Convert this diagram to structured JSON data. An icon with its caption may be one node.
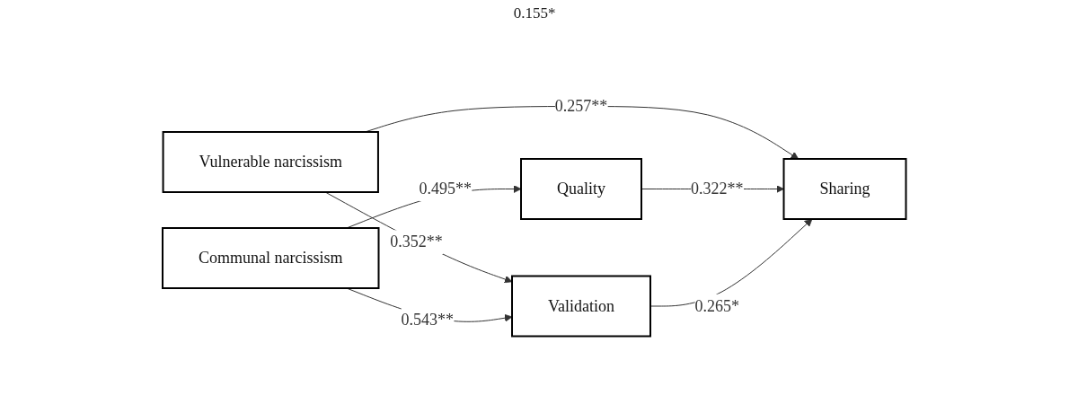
{
  "diagram": {
    "nodes": [
      {
        "text": [
          "Vulnerable narcissism"
        ]
      },
      {
        "text": [
          "Quality"
        ]
      },
      {
        "text": [
          "Communal narcissism"
        ]
      },
      {
        "text": [
          "Validation"
        ]
      },
      {
        "text": [
          "Sharing"
        ]
      }
    ],
    "edges": [
      {
        "from": 0,
        "to": 4,
        "arrow": "to",
        "label": "0.257**"
      },
      {
        "from": 0,
        "to": 3,
        "arrow": "to",
        "label": "0.352**"
      },
      {
        "from": 2,
        "to": 1,
        "arrow": "to",
        "label": "0.495**"
      },
      {
        "from": 2,
        "to": 3,
        "arrow": "to",
        "label": "0.543**"
      },
      {
        "from": 1,
        "to": 4,
        "arrow": "to",
        "label": "0.322**"
      },
      {
        "from": 3,
        "to": 4,
        "arrow": "to",
        "label": "0.265*"
      }
    ],
    "labels": [
      "0.155*"
    ]
  }
}
